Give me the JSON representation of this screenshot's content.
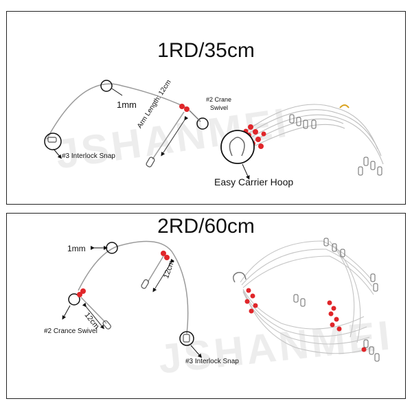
{
  "watermark": "JSHANMEI",
  "panel1": {
    "title": "1RD/35cm",
    "wire_label": "1mm",
    "swivel_label_line1": "#2 Crane",
    "swivel_label_line2": "Swivel",
    "arm_label": "Arm Length: 12cm",
    "snap_label": "#3 Interlock Snap",
    "hoop_label": "Easy Carrier Hoop"
  },
  "panel2": {
    "title": "2RD/60cm",
    "wire_label": "1mm",
    "arm_label_a": "12cm",
    "arm_label_b": "12cm",
    "swivel_label": "#2 Crance Swivel",
    "snap_label": "#3 Interlock Snap"
  },
  "colors": {
    "bead": "#e0262a",
    "wire": "#9a9a9a",
    "border": "#222222"
  }
}
